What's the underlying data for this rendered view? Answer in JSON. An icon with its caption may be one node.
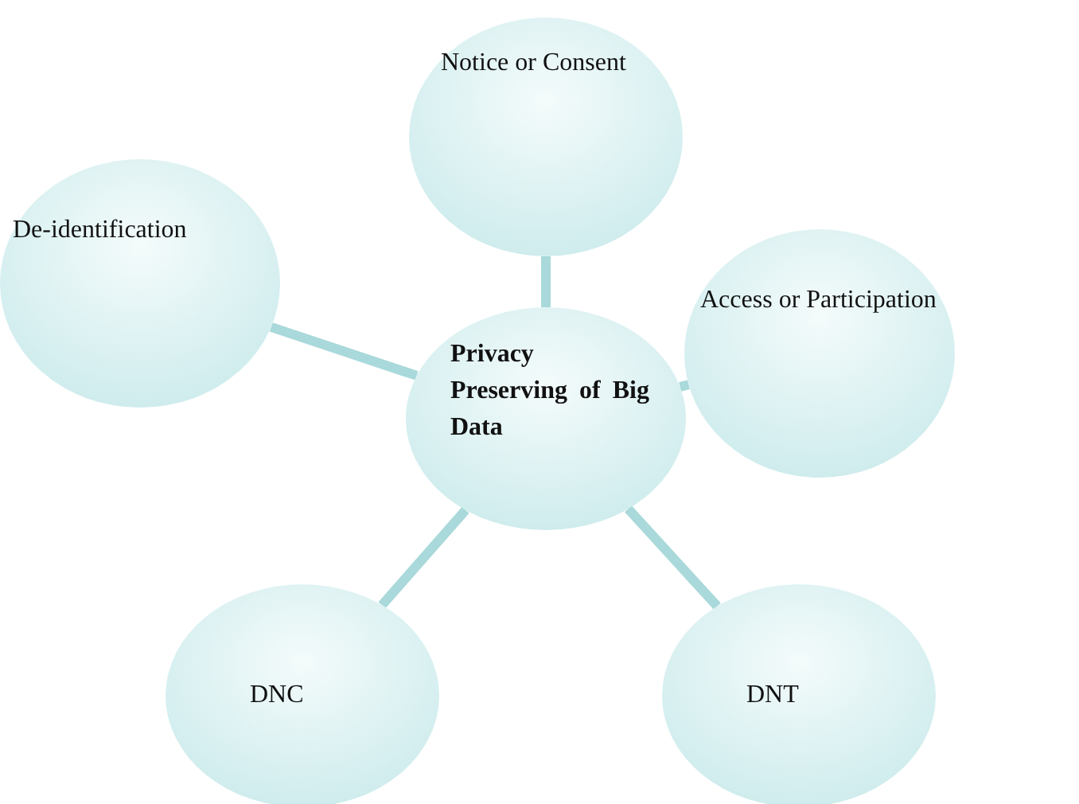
{
  "diagram": {
    "nodes": [
      {
        "text": [
          "Notice or Consent"
        ]
      },
      {
        "text": [
          "Access or Participation"
        ]
      },
      {
        "text": [
          "De-identification"
        ]
      },
      {
        "text": [
          "Privacy Preserving of Big Data"
        ]
      },
      {
        "text": [
          "DNC"
        ]
      },
      {
        "text": [
          "DNT"
        ]
      }
    ],
    "edges": [
      {
        "from": 3,
        "to": 0,
        "arrow": "none"
      },
      {
        "from": 3,
        "to": 1,
        "arrow": "none"
      },
      {
        "from": 3,
        "to": 2,
        "arrow": "none"
      },
      {
        "from": 3,
        "to": 4,
        "arrow": "none"
      },
      {
        "from": 3,
        "to": 5,
        "arrow": "none"
      }
    ]
  }
}
